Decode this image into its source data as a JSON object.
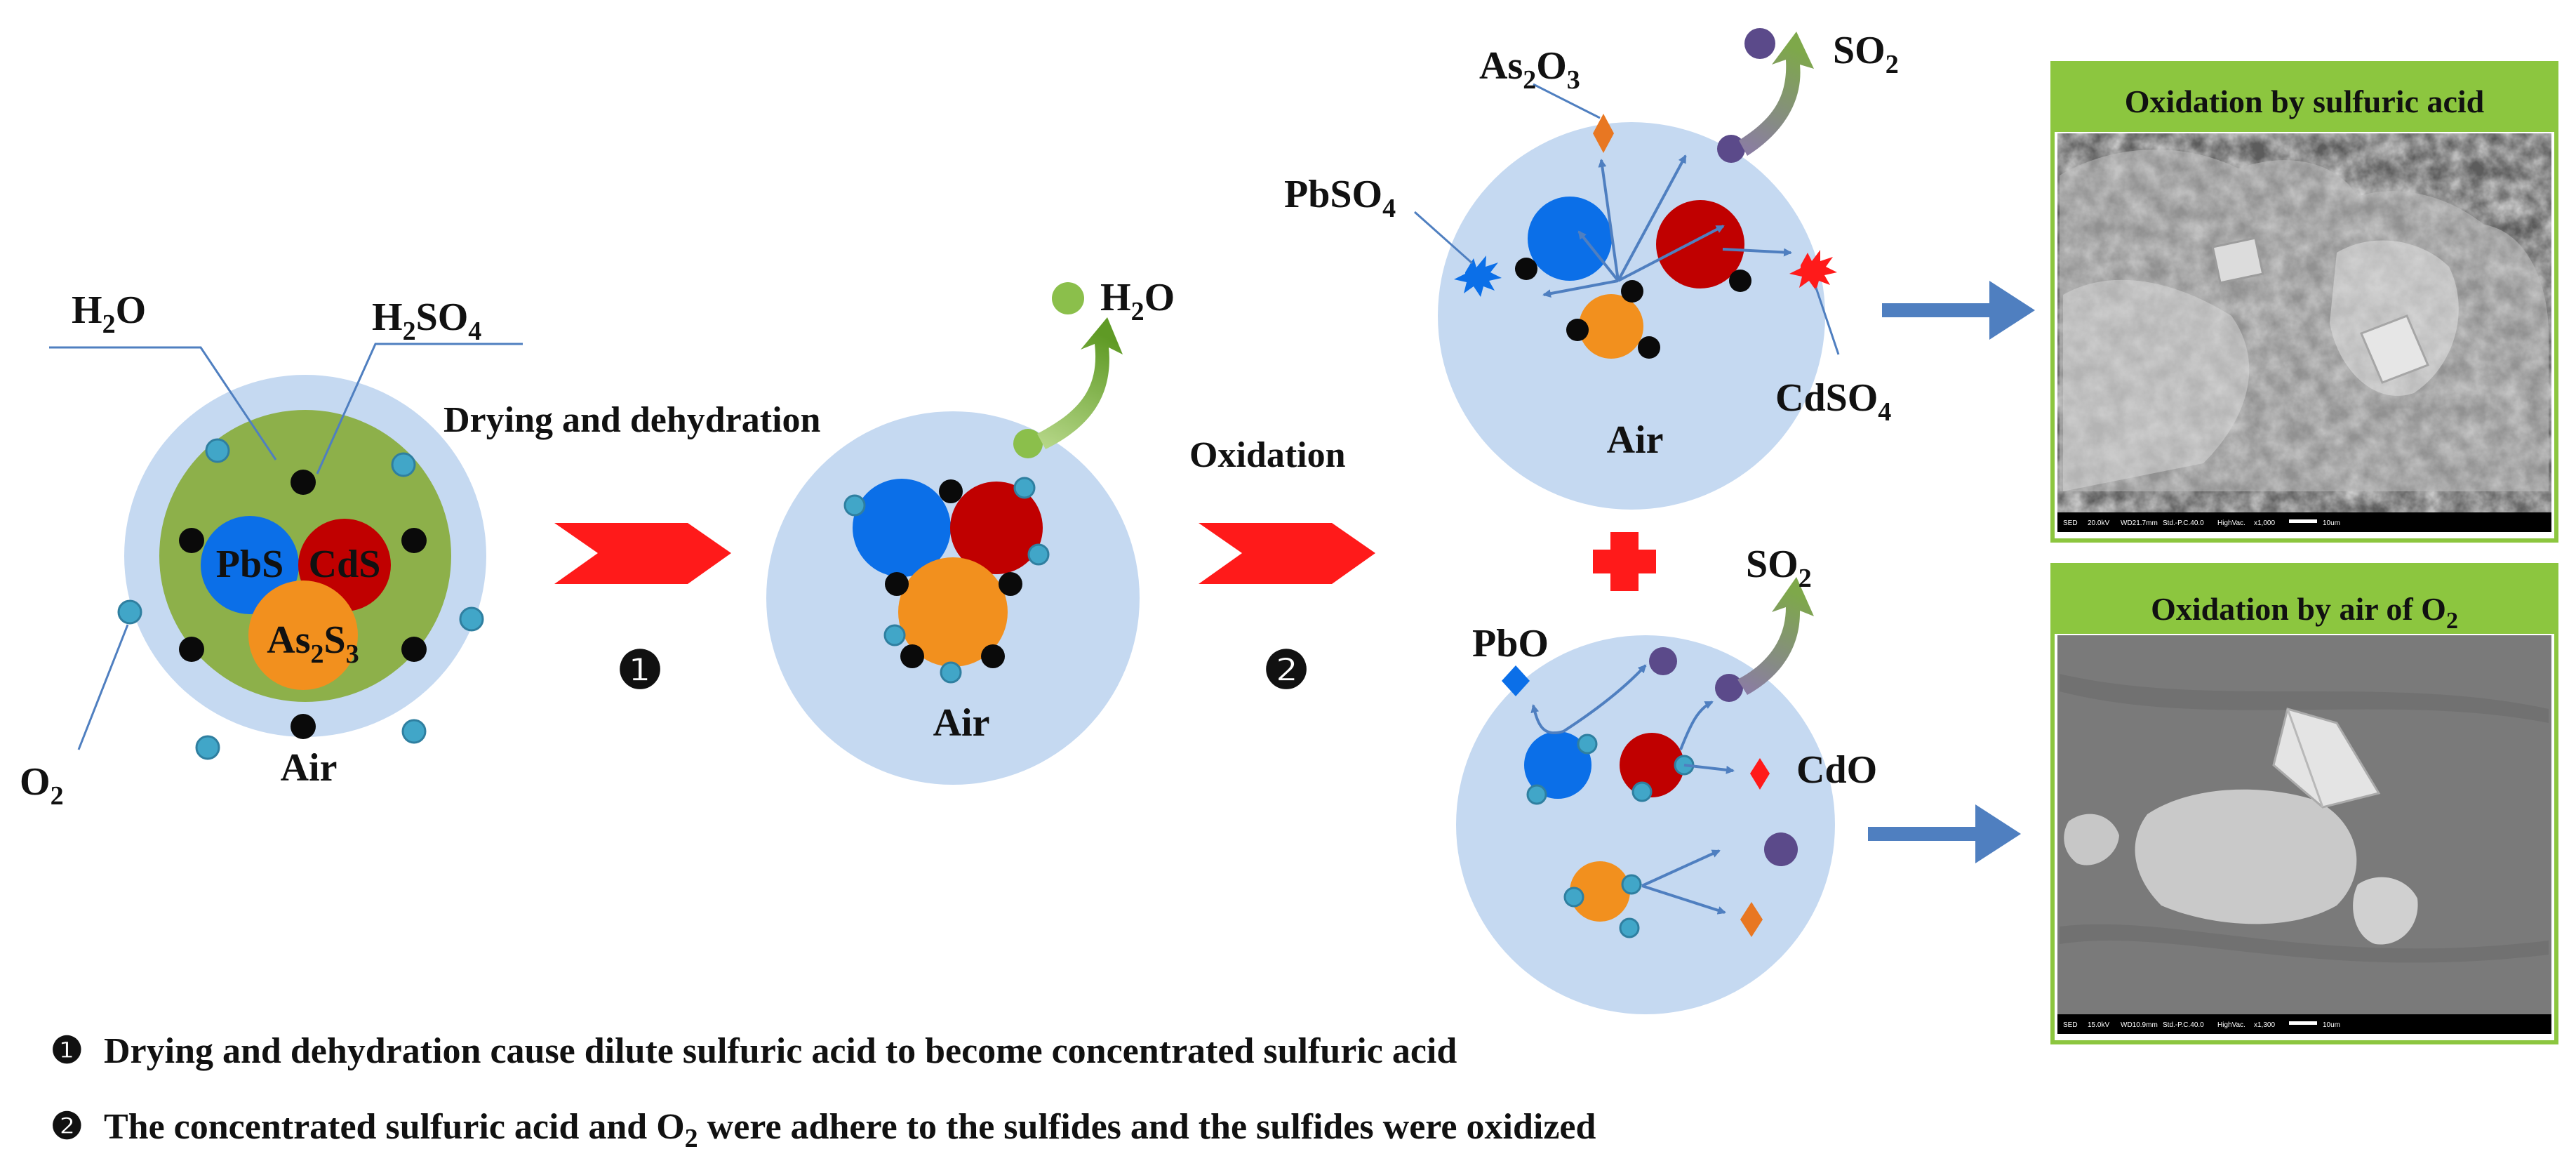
{
  "particles": {
    "pbs": "PbS",
    "cds": "CdS",
    "as2s3": {
      "base": "As",
      "sub1": "2",
      "mid": "S",
      "sub2": "3"
    }
  },
  "labels": {
    "h2o": {
      "base": "H",
      "sub": "2",
      "tail": "O"
    },
    "h2so4": {
      "base": "H",
      "sub1": "2",
      "mid": "SO",
      "sub2": "4"
    },
    "o2": {
      "base": "O",
      "sub": "2"
    },
    "air": "Air",
    "h2o_released": {
      "base": "H",
      "sub": "2",
      "tail": "O"
    },
    "as2o3": {
      "base": "As",
      "sub1": "2",
      "mid": "O",
      "sub2": "3"
    },
    "so2": {
      "base": "SO",
      "sub": "2"
    },
    "pbso4": {
      "base": "PbSO",
      "sub": "4"
    },
    "cdso4": {
      "base": "CdSO",
      "sub": "4"
    },
    "pbo": "PbO",
    "cdo": "CdO"
  },
  "steps": {
    "step1_label": "Drying and dehydration",
    "step2_label": "Oxidation",
    "step1_marker": "❶",
    "step2_marker": "❷"
  },
  "panels": {
    "sulfuric_title": "Oxidation  by sulfuric acid",
    "air_title": {
      "base": "Oxidation  by air of O",
      "sub": "2"
    },
    "sulfuric_meta": [
      "SED",
      "20.0kV",
      "WD21.7mm",
      "Std.-P.C.40.0",
      "HighVac.",
      "x1,000",
      "10um"
    ],
    "air_meta": [
      "SED",
      "15.0kV",
      "WD10.9mm",
      "Std.-P.C.40.0",
      "HighVac.",
      "x1,300",
      "10um"
    ]
  },
  "captions": {
    "c1_marker": "❶",
    "c1": "Drying and dehydration cause dilute sulfuric acid to become concentrated sulfuric acid",
    "c2_marker": "❷",
    "c2": {
      "pre": "The concentrated sulfuric acid and O",
      "sub": "2",
      "post": " were adhere to the sulfides and the sulfides were oxidized"
    }
  },
  "colors": {
    "air_sphere": "#c5d9f1",
    "acid_layer": "#8db04a",
    "pbs": "#0b6fe8",
    "cds": "#c00000",
    "as2s3": "#f2901e",
    "oxygen": "#41a6c8",
    "acid_dot": "#0a0a0a",
    "step_arrow": "#ff1a1a",
    "flow_arrow": "#4f7fc0",
    "so2_dot": "#5b4a8a",
    "h2o_dot": "#8bbf4b",
    "panel_title_bg": "#8cc63f"
  }
}
